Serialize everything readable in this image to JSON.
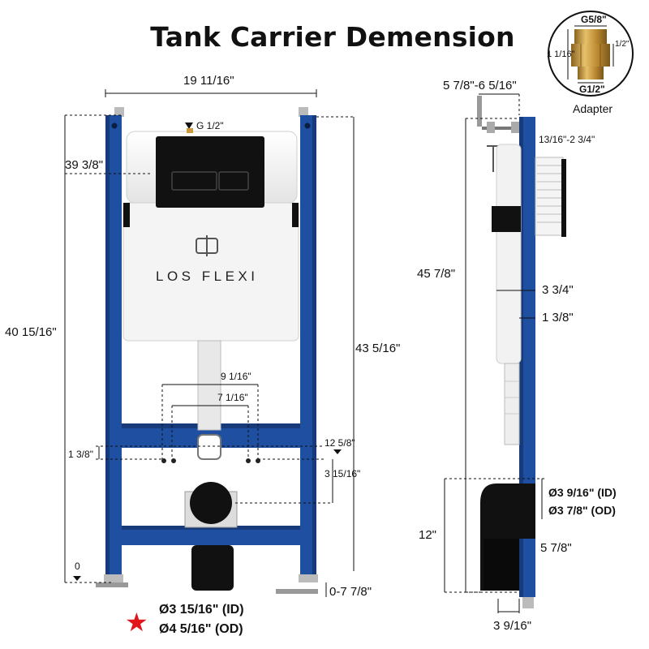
{
  "title": "Tank Carrier Demension",
  "brand": "LOS FLEXI",
  "adapter": {
    "caption": "Adapter",
    "top_thread": "G5/8\"",
    "bottom_thread": "G1/2\"",
    "height": "1 1/16\"",
    "side": "1/2\""
  },
  "front_dims": {
    "frame_width": "19 11/16\"",
    "inlet_thread": "G 1/2\"",
    "plate_height": "39 3/8\"",
    "left_height": "40 15/16\"",
    "right_height": "43 5/16\"",
    "bolt_outer": "9 1/16\"",
    "bolt_inner": "7 1/16\"",
    "bolt_offset": "1 3/8\"",
    "bolt_height": "12 5/8\"",
    "outlet_offset": "3 15/16\"",
    "zero": "0",
    "foot_adjust": "0-7 7/8\"",
    "drain_id": "Ø3 15/16\" (ID)",
    "drain_od": "Ø4 5/16\" (OD)"
  },
  "side_dims": {
    "top_bracket": "5 7/8\"-6 5/16\"",
    "wall_depth": "13/16\"-2 3/4\"",
    "total_height": "45 7/8\"",
    "depth_a": "3 3/4\"",
    "depth_b": "1 3/8\"",
    "elbow_id": "Ø3 9/16\" (ID)",
    "elbow_od": "Ø3 7/8\" (OD)",
    "outlet_height": "12\"",
    "elbow_width": "5 7/8\"",
    "foot_depth": "3 9/16\""
  },
  "colors": {
    "frame_blue": "#1f4fa0",
    "frame_shadow": "#163a7a",
    "tank_white": "#f4f4f4",
    "pipe_black": "#111111",
    "brass": "#c99a3c",
    "star_red": "#e0161b"
  }
}
